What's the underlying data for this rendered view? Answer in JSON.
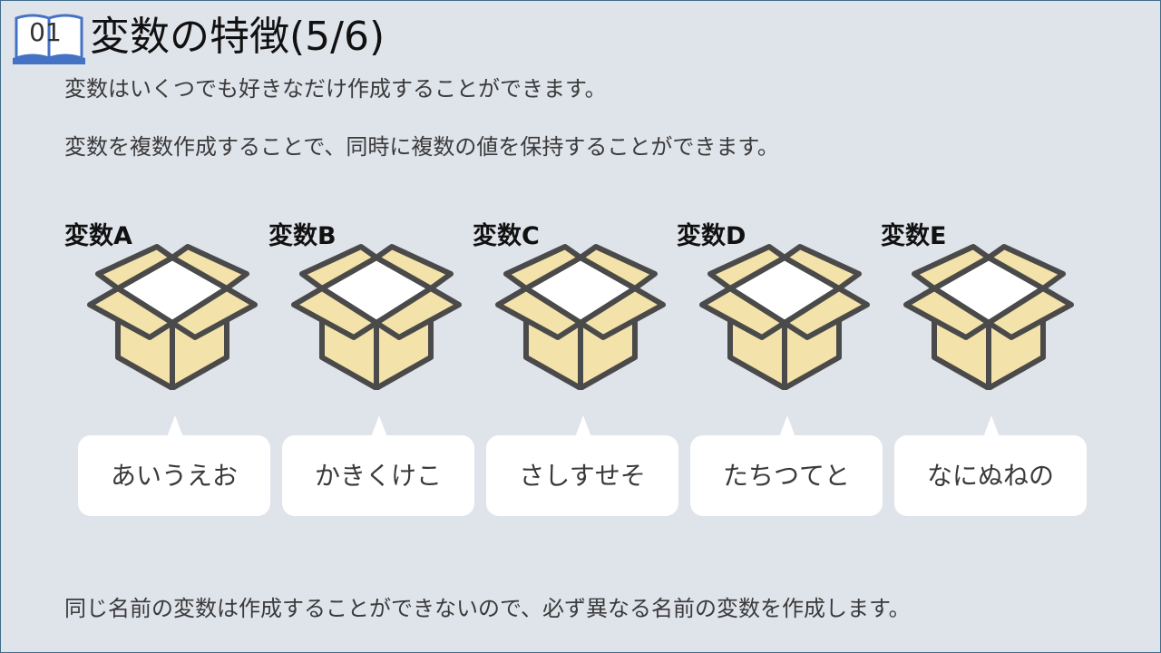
{
  "header": {
    "number": "01",
    "title": "変数の特徴(5/6)"
  },
  "content": {
    "line1": "変数はいくつでも好きなだけ作成することができます。",
    "line2": "変数を複数作成することで、同時に複数の値を保持することができます。",
    "line3": "同じ名前の変数は作成することができないので、必ず異なる名前の変数を作成します。"
  },
  "variables": [
    {
      "label": "変数A",
      "value": "あいうえお"
    },
    {
      "label": "変数B",
      "value": "かきくけこ"
    },
    {
      "label": "変数C",
      "value": "さしすせそ"
    },
    {
      "label": "変数D",
      "value": "たちつてと"
    },
    {
      "label": "変数E",
      "value": "なにぬねの"
    }
  ],
  "colors": {
    "background": "#dfe3ea",
    "book_blue": "#4472c4",
    "box_fill": "#f3e2a9",
    "box_outline": "#4a4a4a",
    "bubble": "#ffffff"
  },
  "icons": {
    "header": "open-book-icon",
    "variable": "open-cardboard-box-icon"
  }
}
